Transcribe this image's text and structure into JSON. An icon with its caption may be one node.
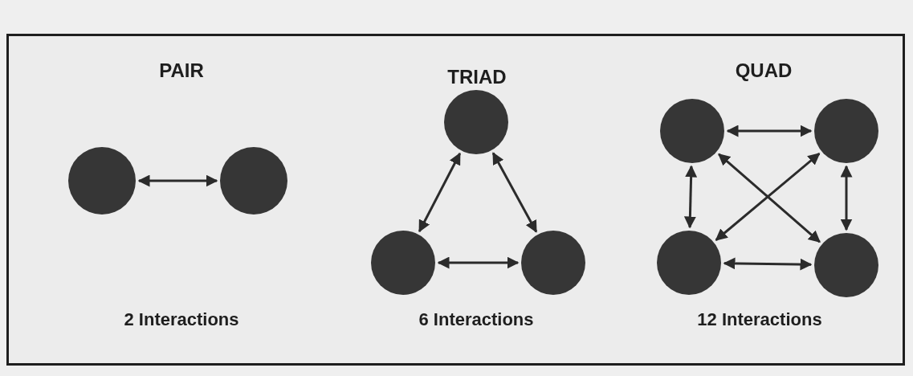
{
  "diagram": {
    "nodes": [
      {
        "text": [],
        "shape": "circle"
      },
      {
        "text": [],
        "shape": "circle"
      },
      {
        "text": [],
        "shape": "circle"
      },
      {
        "text": [],
        "shape": "circle"
      },
      {
        "text": [],
        "shape": "circle"
      },
      {
        "text": [],
        "shape": "circle"
      },
      {
        "text": [],
        "shape": "circle"
      },
      {
        "text": [],
        "shape": "circle"
      },
      {
        "text": [],
        "shape": "circle"
      }
    ],
    "edges": [
      {
        "from": 0,
        "to": 1,
        "arrow": "both"
      },
      {
        "from": 2,
        "to": 3,
        "arrow": "both"
      },
      {
        "from": 2,
        "to": 4,
        "arrow": "both"
      },
      {
        "from": 3,
        "to": 4,
        "arrow": "both"
      },
      {
        "from": 5,
        "to": 6,
        "arrow": "both"
      },
      {
        "from": 5,
        "to": 7,
        "arrow": "both"
      },
      {
        "from": 6,
        "to": 8,
        "arrow": "both"
      },
      {
        "from": 7,
        "to": 8,
        "arrow": "both"
      },
      {
        "from": 5,
        "to": 8,
        "arrow": "both"
      },
      {
        "from": 6,
        "to": 7,
        "arrow": "both"
      }
    ],
    "labels": [
      "PAIR",
      "TRIAD",
      "QUAD",
      "2 Interactions",
      "6 Interactions",
      "12 Interactions"
    ]
  }
}
